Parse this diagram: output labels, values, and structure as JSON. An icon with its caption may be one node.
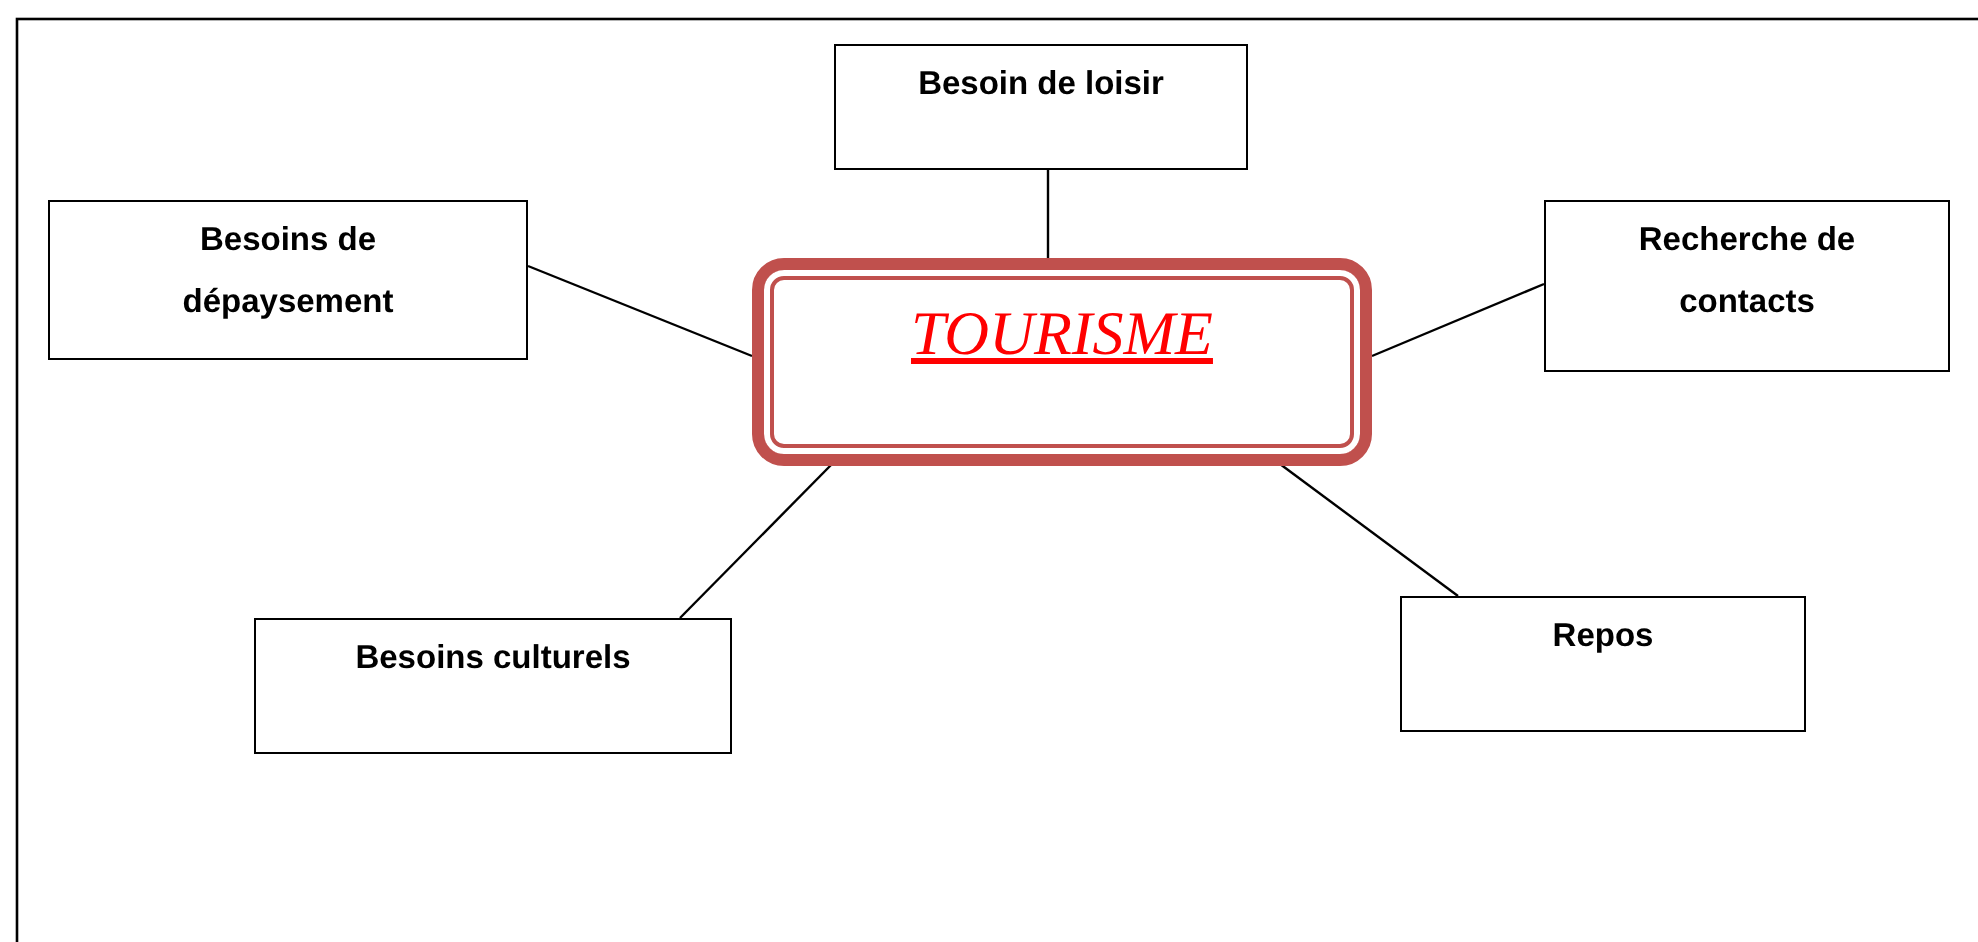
{
  "diagram": {
    "nodes": [
      {
        "text": [
          "TOURISME"
        ]
      },
      {
        "text": [
          "Besoin de loisir"
        ]
      },
      {
        "text": [
          "Besoins de dépaysement"
        ]
      },
      {
        "text": [
          "Recherche de contacts"
        ]
      },
      {
        "text": [
          "Besoins culturels"
        ]
      },
      {
        "text": [
          "Repos"
        ]
      }
    ],
    "edges": [
      {
        "from": 0,
        "to": 1,
        "arrow": "none"
      },
      {
        "from": 0,
        "to": 2,
        "arrow": "none"
      },
      {
        "from": 0,
        "to": 3,
        "arrow": "none"
      },
      {
        "from": 0,
        "to": 4,
        "arrow": "none"
      },
      {
        "from": 0,
        "to": 5,
        "arrow": "none"
      }
    ]
  }
}
